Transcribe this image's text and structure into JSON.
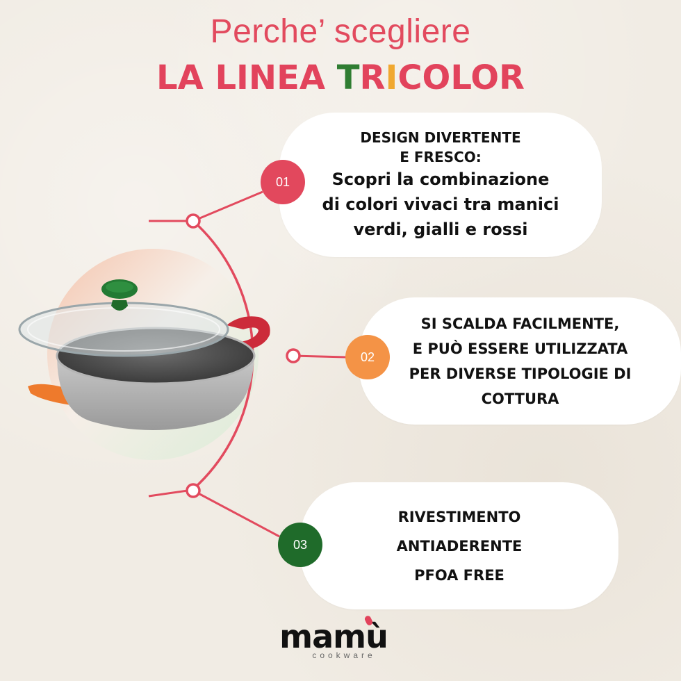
{
  "title": {
    "line1": "Perche’ scegliere",
    "line2_prefix": "LA LINEA ",
    "line2_t": "T",
    "line2_r": "R",
    "line2_i": "I",
    "line2_suffix": "COLOR"
  },
  "features": [
    {
      "number": "01",
      "heading": "DESIGN DIVERTENTE\nE FRESCO:",
      "body": "Scopri la combinazione\ndi colori vivaci tra manici\nverdi, gialli e rossi"
    },
    {
      "number": "02",
      "heading": "SI SCALDA FACILMENTE,\nE PUÒ ESSERE UTILIZZATA\nPER DIVERSE TIPOLOGIE DI\nCOTTURA"
    },
    {
      "number": "03",
      "heading": "RIVESTIMENTO\nANTIADERENTE\nPFOA FREE"
    }
  ],
  "brand": {
    "name": "mamù",
    "tagline": "cookware"
  },
  "colors": {
    "accent_red": "#e2435c",
    "accent_green": "#2f7d32",
    "accent_yellow": "#f0a830",
    "badge_orange": "#f49346",
    "badge_dark_green": "#1f6b2a",
    "line_red": "#e24a5e"
  },
  "icons": {
    "product": "pan-with-lid-icon"
  }
}
